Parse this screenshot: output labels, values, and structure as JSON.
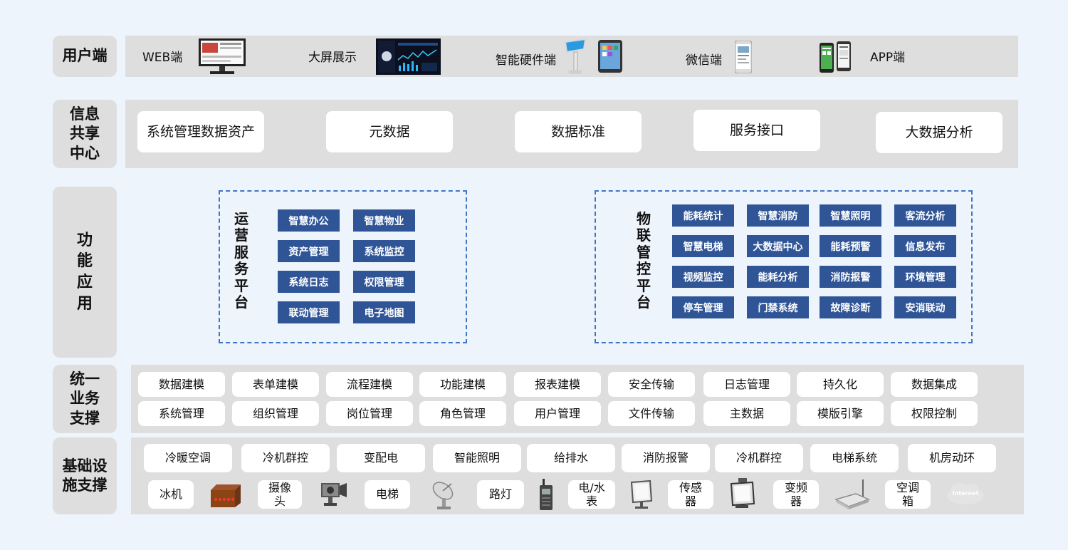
{
  "layers": {
    "user": "用户端",
    "info": "信息共享中心",
    "func": "功能应用",
    "business": "统一业务支撑",
    "infra": "基础设施支撑"
  },
  "user_terminals": [
    "WEB端",
    "大屏展示",
    "智能硬件端",
    "微信端",
    "APP端"
  ],
  "info_center": [
    "系统管理数据资产",
    "元数据",
    "数据标准",
    "服务接口",
    "大数据分析"
  ],
  "ops_platform": {
    "title": "运营服务平台",
    "items": [
      "智慧办公",
      "智慧物业",
      "资产管理",
      "系统监控",
      "系统日志",
      "权限管理",
      "联动管理",
      "电子地图"
    ]
  },
  "iot_platform": {
    "title": "物联管控平台",
    "items": [
      "能耗统计",
      "智慧消防",
      "智慧照明",
      "客流分析",
      "智慧电梯",
      "大数据中心",
      "能耗预警",
      "信息发布",
      "视频监控",
      "能耗分析",
      "消防报警",
      "环境管理",
      "停车管理",
      "门禁系统",
      "故障诊断",
      "安消联动"
    ]
  },
  "business_support": {
    "row1": [
      "数据建模",
      "表单建模",
      "流程建模",
      "功能建模",
      "报表建模",
      "安全传输",
      "日志管理",
      "持久化",
      "数据集成"
    ],
    "row2": [
      "系统管理",
      "组织管理",
      "岗位管理",
      "角色管理",
      "用户管理",
      "文件传输",
      "主数据",
      "模版引擎",
      "权限控制"
    ]
  },
  "infra_support": {
    "row1": [
      "冷暖空调",
      "冷机群控",
      "变配电",
      "智能照明",
      "给排水",
      "消防报警",
      "冷机群控",
      "电梯系统",
      "机房动环"
    ],
    "devices": [
      "冰机",
      "摄像头",
      "电梯",
      "路灯",
      "电/水表",
      "传感器",
      "变频器",
      "空调箱"
    ],
    "internet_label": "Internet"
  },
  "icons": [
    "monitor-icon",
    "big-screen-icon",
    "kiosk-icon",
    "tablet-icon",
    "phone-icon",
    "two-phones-icon",
    "compressor-icon",
    "camera-icon",
    "satellite-dish-icon",
    "walkie-talkie-icon",
    "lcd-monitor-icon",
    "tv-icon",
    "router-icon",
    "cloud-icon"
  ],
  "colors": {
    "accent": "#2f5597",
    "band": "#dedede",
    "dashed": "#3f76c4"
  }
}
